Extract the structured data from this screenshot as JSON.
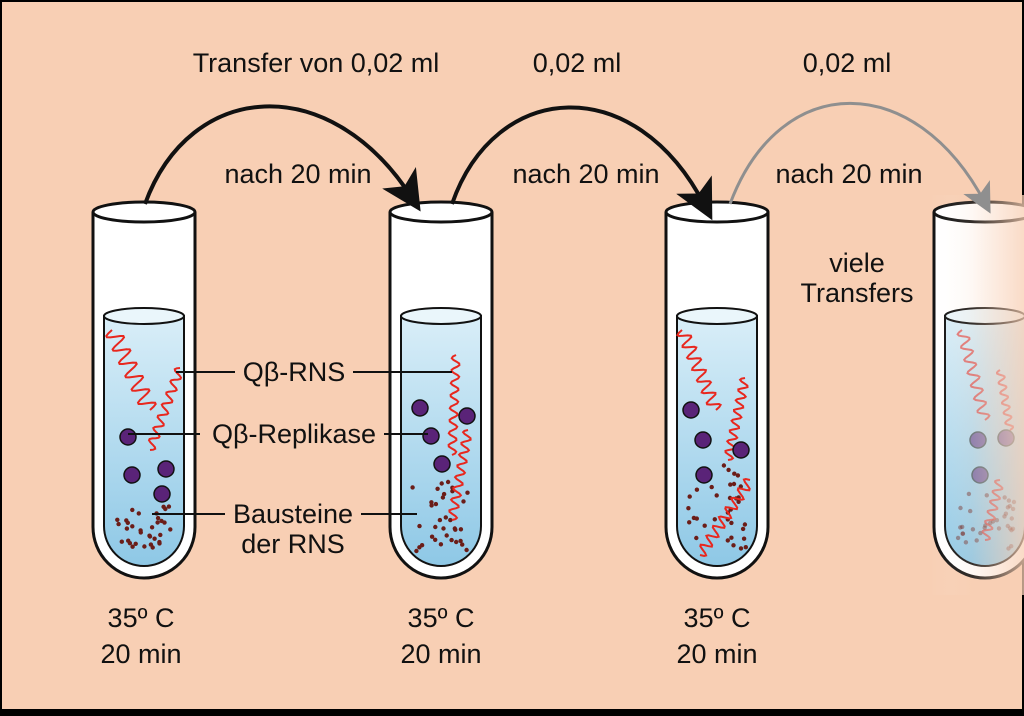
{
  "colors": {
    "background": "#f8cfb4",
    "liquid_top": "#d9eef8",
    "liquid_bottom": "#8ec8e6",
    "rna": "#e8271e",
    "replikase": "#5a2378",
    "bausteine": "#6b1d18",
    "arrow": "#111111",
    "arrow_faded": "#8f8f8f"
  },
  "transfers": [
    {
      "top_label": "Transfer von 0,02 ml",
      "bottom_label": "nach 20 min",
      "faded": false
    },
    {
      "top_label": "0,02 ml",
      "bottom_label": "nach 20 min",
      "faded": false
    },
    {
      "top_label": "0,02 ml",
      "bottom_label": "nach 20 min",
      "faded": true
    }
  ],
  "many_transfers": [
    "viele",
    "Transfers"
  ],
  "component_labels": {
    "rna": "Qβ-RNS",
    "replikase": "Qβ-Replikase",
    "bausteine": [
      "Bausteine",
      "der RNS"
    ]
  },
  "tubes": [
    {
      "temperature": "35º C",
      "duration": "20 min"
    },
    {
      "temperature": "35º C",
      "duration": "20 min"
    },
    {
      "temperature": "35º C",
      "duration": "20 min"
    },
    {
      "temperature": "",
      "duration": ""
    }
  ]
}
